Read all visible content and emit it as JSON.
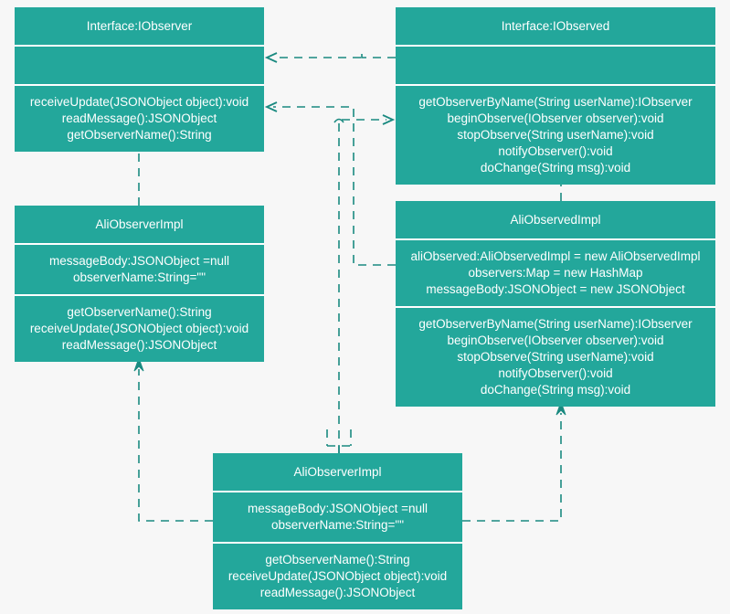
{
  "diagram": {
    "title": "Observer pattern UML class diagram",
    "background_color": "#f7f7f7",
    "class_fill_color": "#23a79b",
    "class_text_color": "#ffffff",
    "connector_color": "#1a8a80"
  },
  "classes": [
    {
      "id": "iobserver",
      "name": "Interface:IObserver",
      "attributes": [],
      "operations": [
        "receiveUpdate(JSONObject object):void",
        "readMessage():JSONObject",
        "getObserverName():String"
      ]
    },
    {
      "id": "iobserved",
      "name": "Interface:IObserved",
      "attributes": [],
      "operations": [
        "getObserverByName(String userName):IObserver",
        "beginObserve(IObserver observer):void",
        "stopObserve(String userName):void",
        "notifyObserver():void",
        "doChange(String msg):void"
      ]
    },
    {
      "id": "aliobserver-1",
      "name": "AliObserverImpl",
      "attributes": [
        "messageBody:JSONObject =null",
        "observerName:String=\"\""
      ],
      "operations": [
        "getObserverName():String",
        "receiveUpdate(JSONObject object):void",
        "readMessage():JSONObject"
      ]
    },
    {
      "id": "aliobserved",
      "name": "AliObservedImpl",
      "attributes": [
        "aliObserved:AliObservedImpl = new AliObservedImpl",
        "observers:Map = new HashMap",
        "messageBody:JSONObject = new JSONObject"
      ],
      "operations": [
        "getObserverByName(String userName):IObserver",
        "beginObserve(IObserver observer):void",
        "stopObserve(String userName):void",
        "notifyObserver():void",
        "doChange(String msg):void"
      ]
    },
    {
      "id": "aliobserver-2",
      "name": "AliObserverImpl",
      "attributes": [
        "messageBody:JSONObject =null",
        "observerName:String=\"\""
      ],
      "operations": [
        "getObserverName():String",
        "receiveUpdate(JSONObject object):void",
        "readMessage():JSONObject"
      ]
    }
  ],
  "connectors": [
    {
      "id": "iobserved-to-iobserver-top",
      "from": "iobserved",
      "to": "iobserver",
      "style": "dashed",
      "arrow": "open"
    },
    {
      "id": "aliobserved-to-iobserver",
      "from": "aliobserved",
      "to": "iobserver",
      "style": "dashed",
      "arrow": "open"
    },
    {
      "id": "aliobserver2-to-iobserved",
      "from": "aliobserver-2",
      "to": "iobserved",
      "style": "dashed",
      "arrow": "open"
    },
    {
      "id": "aliobserver1-realizes-iobserver",
      "from": "aliobserver-1",
      "to": "iobserver",
      "style": "dashed",
      "arrow": "hollow-triangle"
    },
    {
      "id": "aliobserved-realizes-iobserved",
      "from": "aliobserved",
      "to": "iobserved",
      "style": "dashed",
      "arrow": "hollow-triangle"
    },
    {
      "id": "aliobserver2-to-aliobserver1",
      "from": "aliobserver-2",
      "to": "aliobserver-1",
      "style": "dashed",
      "arrow": "solid"
    },
    {
      "id": "aliobserver2-to-aliobserved",
      "from": "aliobserver-2",
      "to": "aliobserved",
      "style": "dashed",
      "arrow": "solid"
    }
  ]
}
